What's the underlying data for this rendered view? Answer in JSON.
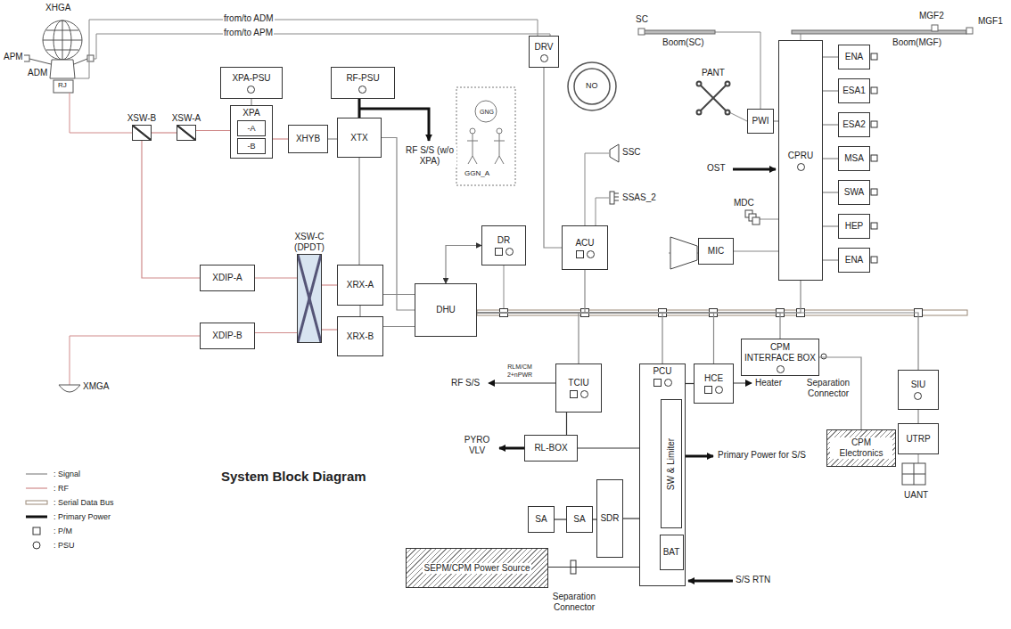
{
  "diagram": {
    "title": "System Block Diagram",
    "nodes": [
      {
        "text": [
          "DRV"
        ]
      },
      {
        "text": [
          "XPA-PSU"
        ]
      },
      {
        "text": [
          "RF-PSU"
        ]
      },
      {
        "text": [
          "XPA"
        ]
      },
      {
        "text": [
          "-A"
        ],
        "in": 3
      },
      {
        "text": [
          "-B"
        ],
        "in": 3
      },
      {
        "text": [
          "XSW-B"
        ]
      },
      {
        "text": [
          "XSW-A"
        ]
      },
      {
        "text": [
          "XHYB"
        ]
      },
      {
        "text": [
          "XTX"
        ]
      },
      {
        "text": [
          "XSW-C (DPDT)"
        ]
      },
      {
        "text": [
          "XDIP-A"
        ]
      },
      {
        "text": [
          "XRX-A"
        ]
      },
      {
        "text": [
          "DHU"
        ]
      },
      {
        "text": [
          "DR"
        ]
      },
      {
        "text": [
          "ACU"
        ]
      },
      {
        "text": [
          "XDIP-B"
        ]
      },
      {
        "text": [
          "XRX-B"
        ]
      },
      {
        "text": [
          "CPRU"
        ]
      },
      {
        "text": [
          "ENA"
        ]
      },
      {
        "text": [
          "ESA1"
        ]
      },
      {
        "text": [
          "ESA2"
        ]
      },
      {
        "text": [
          "MSA"
        ]
      },
      {
        "text": [
          "SWA"
        ]
      },
      {
        "text": [
          "HEP"
        ]
      },
      {
        "text": [
          "ENA"
        ]
      },
      {
        "text": [
          "PWI"
        ]
      },
      {
        "text": [
          "MIC"
        ]
      },
      {
        "text": [
          "CPM INTERFACE BOX"
        ]
      },
      {
        "text": [
          "TCIU"
        ]
      },
      {
        "text": [
          "PCU"
        ]
      },
      {
        "text": [
          "SW & Limiter"
        ],
        "in": 30
      },
      {
        "text": [
          "BAT"
        ],
        "in": 30
      },
      {
        "text": [
          "HCE"
        ]
      },
      {
        "text": [
          "RL-BOX"
        ]
      },
      {
        "text": [
          "SIU"
        ]
      },
      {
        "text": [
          "UTRP"
        ]
      },
      {
        "text": [
          "CPM Electronics"
        ]
      },
      {
        "text": [
          "SA"
        ]
      },
      {
        "text": [
          "SA"
        ]
      },
      {
        "text": [
          "SDR"
        ]
      },
      {
        "text": [
          "SEPM/CPM Power Source"
        ]
      }
    ],
    "edges": [
      {
        "from": 6,
        "to": 7,
        "arrow": "none"
      },
      {
        "from": 7,
        "to": 4,
        "arrow": "none"
      },
      {
        "from": 3,
        "to": 8,
        "arrow": "none"
      },
      {
        "from": 8,
        "to": 9,
        "arrow": "none"
      },
      {
        "from": 1,
        "to": 3,
        "arrow": "none"
      },
      {
        "from": 2,
        "to": 9,
        "arrow": "none"
      },
      {
        "from": 9,
        "to": 12,
        "arrow": "none"
      },
      {
        "from": 12,
        "to": 17,
        "arrow": "none"
      },
      {
        "from": 11,
        "to": 10,
        "arrow": "none"
      },
      {
        "from": 16,
        "to": 10,
        "arrow": "none"
      },
      {
        "from": 10,
        "to": 12,
        "arrow": "none"
      },
      {
        "from": 10,
        "to": 17,
        "arrow": "none"
      },
      {
        "from": 12,
        "to": 13,
        "arrow": "none"
      },
      {
        "from": 17,
        "to": 13,
        "arrow": "none"
      },
      {
        "from": 9,
        "to": 13,
        "arrow": "none"
      },
      {
        "from": 13,
        "to": 14,
        "arrow": "both"
      },
      {
        "from": 13,
        "to": 15,
        "arrow": "none"
      },
      {
        "from": 13,
        "to": 29,
        "arrow": "none"
      },
      {
        "from": 13,
        "to": 30,
        "arrow": "none"
      },
      {
        "from": 13,
        "to": 33,
        "arrow": "none"
      },
      {
        "from": 13,
        "to": 28,
        "arrow": "none"
      },
      {
        "from": 13,
        "to": 18,
        "arrow": "none"
      },
      {
        "from": 13,
        "to": 35,
        "arrow": "none"
      },
      {
        "from": 0,
        "to": 15,
        "arrow": "none"
      },
      {
        "from": 29,
        "to": 34,
        "arrow": "none"
      },
      {
        "from": 34,
        "to": 30,
        "arrow": "none"
      },
      {
        "from": 38,
        "to": 39,
        "arrow": "none"
      },
      {
        "from": 39,
        "to": 40,
        "arrow": "none"
      },
      {
        "from": 40,
        "to": 30,
        "arrow": "none"
      },
      {
        "from": 41,
        "to": 30,
        "arrow": "none"
      },
      {
        "from": 32,
        "to": 31,
        "arrow": "none"
      },
      {
        "from": 28,
        "to": 37,
        "arrow": "none"
      },
      {
        "from": 35,
        "to": 36,
        "arrow": "none"
      },
      {
        "from": 26,
        "to": 18,
        "arrow": "none"
      },
      {
        "from": 27,
        "to": 18,
        "arrow": "none"
      },
      {
        "from": 18,
        "to": 19,
        "arrow": "none"
      },
      {
        "from": 18,
        "to": 20,
        "arrow": "none"
      },
      {
        "from": 18,
        "to": 21,
        "arrow": "none"
      },
      {
        "from": 18,
        "to": 22,
        "arrow": "none"
      },
      {
        "from": 18,
        "to": 23,
        "arrow": "none"
      },
      {
        "from": 18,
        "to": 24,
        "arrow": "none"
      },
      {
        "from": 18,
        "to": 25,
        "arrow": "none"
      },
      {
        "from": 6,
        "to": 11,
        "arrow": "none"
      },
      {
        "from": 30,
        "to": 33,
        "arrow": "none"
      }
    ],
    "labels": [
      "from/to ADM",
      "from/to APM",
      "XHGA",
      "APM",
      "ADM",
      "RJ",
      "RF S/S (w/o XPA)",
      "NO",
      "GNG",
      "GGN_A",
      "SSC",
      "SSAS_2",
      "SC",
      "Boom(SC)",
      "MGF2",
      "MGF1",
      "Boom(MGF)",
      "PANT",
      "OST",
      "MDC",
      "XMGA",
      "RF S/S",
      "RLM/CM 2+nPWR",
      "PYRO VLV",
      "Heater",
      "Primary Power for S/S",
      "S/S RTN",
      "Separation Connector",
      "Separation Connector",
      "UANT"
    ],
    "legend": [
      {
        "text": ": Signal"
      },
      {
        "text": ": RF"
      },
      {
        "text": ": Serial Data Bus"
      },
      {
        "text": ": Primary Power"
      },
      {
        "text": ": P/M"
      },
      {
        "text": ": PSU"
      }
    ]
  }
}
